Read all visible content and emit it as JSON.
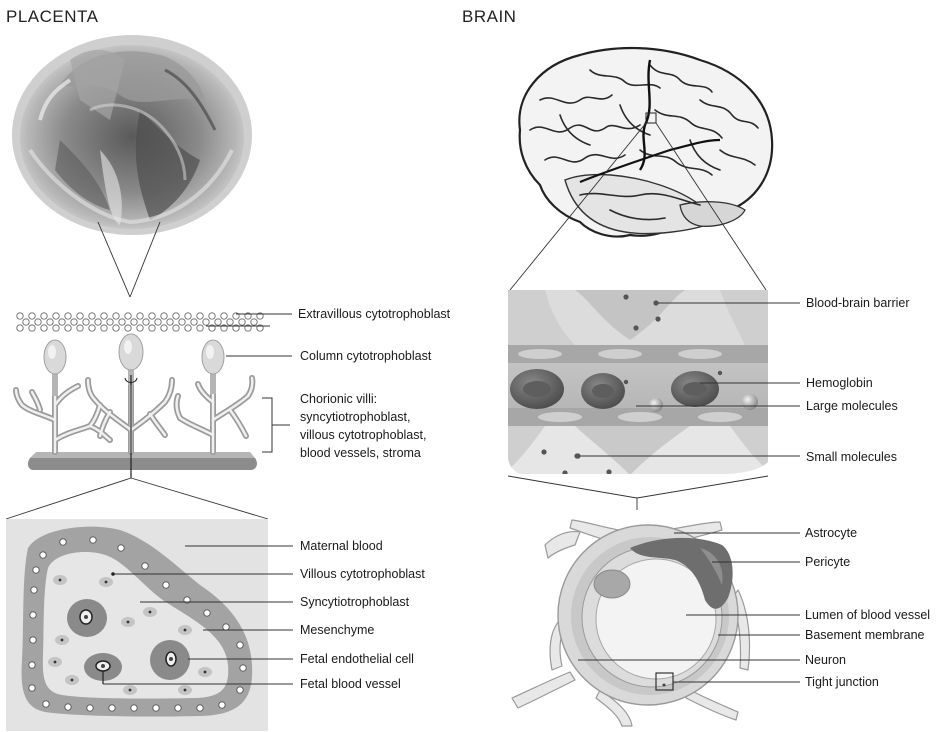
{
  "placenta": {
    "title": "PLACENTA",
    "labels": {
      "extravillous": "Extravillous cytotrophoblast",
      "column": "Column cytotrophoblast",
      "villi_1": "Chorionic villi:",
      "villi_2": "syncytiotrophoblast,",
      "villi_3": "villous cytotrophoblast,",
      "villi_4": "blood vessels, stroma",
      "maternal_blood": "Maternal blood",
      "villous_ct": "Villous cytotrophoblast",
      "syncytio": "Syncytiotrophoblast",
      "mesenchyme": "Mesenchyme",
      "fetal_endo": "Fetal endothelial cell",
      "fetal_vessel": "Fetal blood vessel"
    }
  },
  "brain": {
    "title": "BRAIN",
    "labels": {
      "bbb": "Blood-brain barrier",
      "hemoglobin": "Hemoglobin",
      "large": "Large molecules",
      "small": "Small molecules",
      "astrocyte": "Astrocyte",
      "pericyte": "Pericyte",
      "lumen": "Lumen of blood vessel",
      "basement": "Basement membrane",
      "neuron": "Neuron",
      "tight": "Tight junction"
    }
  },
  "colors": {
    "dark_gray": "#6e6e6e",
    "mid_gray": "#a9a9a9",
    "light_gray": "#d4d4d4",
    "panel_gray": "#e3e3e3"
  }
}
